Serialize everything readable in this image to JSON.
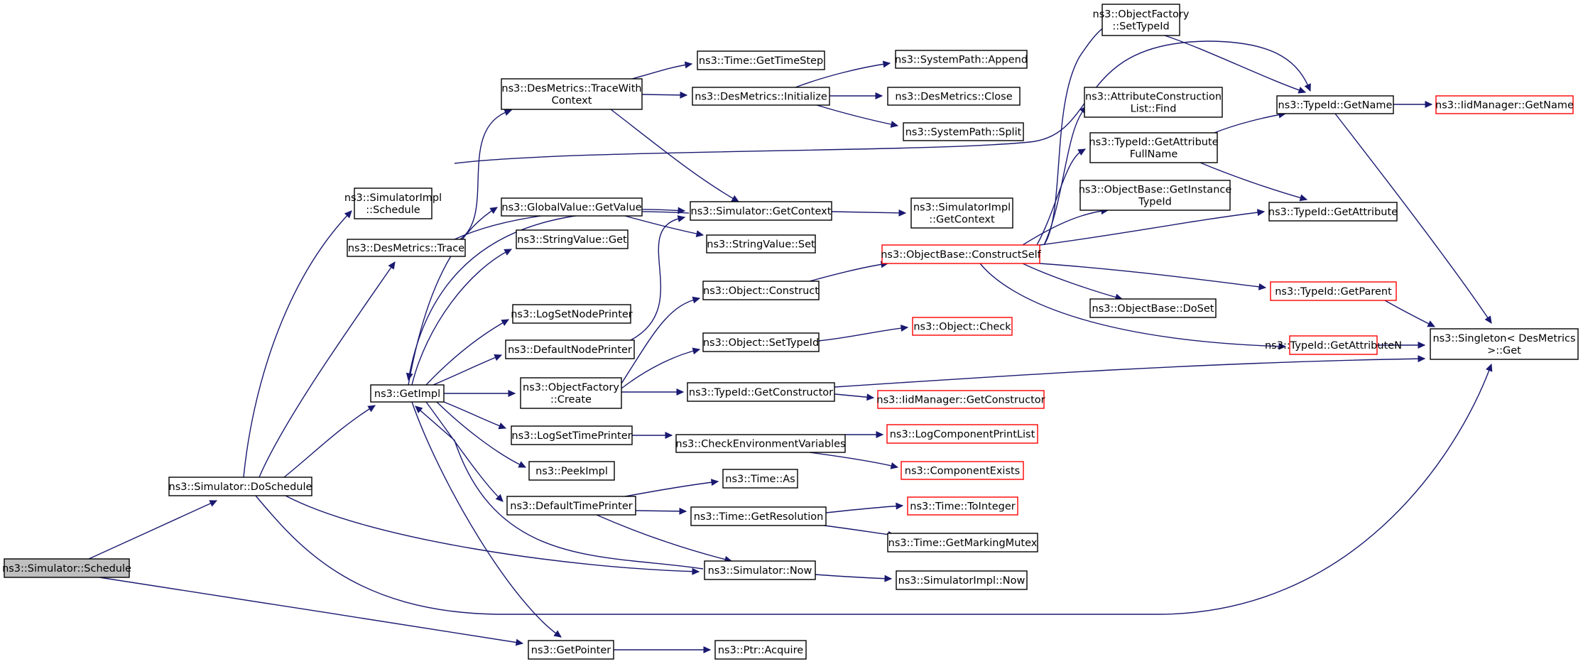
{
  "colors": {
    "edge": "#191970",
    "node_border": "#000000",
    "truncated_border": "#ff0000",
    "root_fill": "#bfbfbf",
    "node_fill": "#ffffff"
  },
  "nodes": [
    {
      "id": "schedule",
      "lines": [
        "ns3::Simulator::Schedule"
      ],
      "style": "root"
    },
    {
      "id": "doschedule",
      "lines": [
        "ns3::Simulator::DoSchedule"
      ],
      "style": "normal"
    },
    {
      "id": "getpointer",
      "lines": [
        "ns3::GetPointer"
      ],
      "style": "normal"
    },
    {
      "id": "simimpl_schedule",
      "lines": [
        "ns3::SimulatorImpl",
        "::Schedule"
      ],
      "style": "normal"
    },
    {
      "id": "desmetrics_trace",
      "lines": [
        "ns3::DesMetrics::Trace"
      ],
      "style": "normal"
    },
    {
      "id": "getimpl",
      "lines": [
        "ns3::GetImpl"
      ],
      "style": "normal"
    },
    {
      "id": "singleton_get",
      "lines": [
        "ns3::Singleton< DesMetrics",
        ">::Get"
      ],
      "style": "normal"
    },
    {
      "id": "simulator_now",
      "lines": [
        "ns3::Simulator::Now"
      ],
      "style": "normal"
    },
    {
      "id": "tracewithcontext",
      "lines": [
        "ns3::DesMetrics::TraceWith",
        "Context"
      ],
      "style": "normal"
    },
    {
      "id": "typeid_getname",
      "lines": [
        "ns3::TypeId::GetName"
      ],
      "style": "normal"
    },
    {
      "id": "simulator_getcontext",
      "lines": [
        "ns3::Simulator::GetContext"
      ],
      "style": "normal"
    },
    {
      "id": "time_gettimestep",
      "lines": [
        "ns3::Time::GetTimeStep"
      ],
      "style": "normal"
    },
    {
      "id": "desmetrics_initialize",
      "lines": [
        "ns3::DesMetrics::Initialize"
      ],
      "style": "normal"
    },
    {
      "id": "systempath_append",
      "lines": [
        "ns3::SystemPath::Append"
      ],
      "style": "normal"
    },
    {
      "id": "desmetrics_close",
      "lines": [
        "ns3::DesMetrics::Close"
      ],
      "style": "normal"
    },
    {
      "id": "systempath_split",
      "lines": [
        "ns3::SystemPath::Split"
      ],
      "style": "normal"
    },
    {
      "id": "iidmanager_getname",
      "lines": [
        "ns3::IidManager::GetName"
      ],
      "style": "truncated"
    },
    {
      "id": "simimpl_getcontext",
      "lines": [
        "ns3::SimulatorImpl",
        "::GetContext"
      ],
      "style": "normal"
    },
    {
      "id": "globalvalue_getvalue",
      "lines": [
        "ns3::GlobalValue::GetValue"
      ],
      "style": "normal"
    },
    {
      "id": "stringvalue_set",
      "lines": [
        "ns3::StringValue::Set"
      ],
      "style": "normal"
    },
    {
      "id": "stringvalue_get",
      "lines": [
        "ns3::StringValue::Get"
      ],
      "style": "normal"
    },
    {
      "id": "logsetnodeprinter",
      "lines": [
        "ns3::LogSetNodePrinter"
      ],
      "style": "normal"
    },
    {
      "id": "defaultnodeprinter",
      "lines": [
        "ns3::DefaultNodePrinter"
      ],
      "style": "normal"
    },
    {
      "id": "objectfactory_create",
      "lines": [
        "ns3::ObjectFactory",
        "::Create"
      ],
      "style": "normal"
    },
    {
      "id": "object_construct",
      "lines": [
        "ns3::Object::Construct"
      ],
      "style": "normal"
    },
    {
      "id": "object_settypeid",
      "lines": [
        "ns3::Object::SetTypeId"
      ],
      "style": "normal"
    },
    {
      "id": "typeid_getconstructor",
      "lines": [
        "ns3::TypeId::GetConstructor"
      ],
      "style": "normal"
    },
    {
      "id": "objectfactory_settypeid",
      "lines": [
        "ns3::ObjectFactory",
        "::SetTypeId"
      ],
      "style": "normal"
    },
    {
      "id": "attrconstruction_find",
      "lines": [
        "ns3::AttributeConstruction",
        "List::Find"
      ],
      "style": "normal"
    },
    {
      "id": "typeid_getattributefullname",
      "lines": [
        "ns3::TypeId::GetAttribute",
        "FullName"
      ],
      "style": "normal"
    },
    {
      "id": "objectbase_getinstancetypeid",
      "lines": [
        "ns3::ObjectBase::GetInstance",
        "TypeId"
      ],
      "style": "normal"
    },
    {
      "id": "objectbase_constructself",
      "lines": [
        "ns3::ObjectBase::ConstructSelf"
      ],
      "style": "truncated"
    },
    {
      "id": "typeid_getattribute",
      "lines": [
        "ns3::TypeId::GetAttribute"
      ],
      "style": "normal"
    },
    {
      "id": "typeid_getparent",
      "lines": [
        "ns3::TypeId::GetParent"
      ],
      "style": "truncated"
    },
    {
      "id": "objectbase_doset",
      "lines": [
        "ns3::ObjectBase::DoSet"
      ],
      "style": "normal"
    },
    {
      "id": "object_check",
      "lines": [
        "ns3::Object::Check"
      ],
      "style": "truncated"
    },
    {
      "id": "typeid_getattributen",
      "lines": [
        "ns3::TypeId::GetAttributeN"
      ],
      "style": "truncated"
    },
    {
      "id": "iidmanager_getconstructor",
      "lines": [
        "ns3::IidManager::GetConstructor"
      ],
      "style": "truncated"
    },
    {
      "id": "logsettimeprinter",
      "lines": [
        "ns3::LogSetTimePrinter"
      ],
      "style": "normal"
    },
    {
      "id": "checkenvvars",
      "lines": [
        "ns3::CheckEnvironmentVariables"
      ],
      "style": "normal"
    },
    {
      "id": "logcomponentprintlist",
      "lines": [
        "ns3::LogComponentPrintList"
      ],
      "style": "truncated"
    },
    {
      "id": "componentexists",
      "lines": [
        "ns3::ComponentExists"
      ],
      "style": "truncated"
    },
    {
      "id": "peekimpl",
      "lines": [
        "ns3::PeekImpl"
      ],
      "style": "normal"
    },
    {
      "id": "defaulttimeprinter",
      "lines": [
        "ns3::DefaultTimePrinter"
      ],
      "style": "normal"
    },
    {
      "id": "time_as",
      "lines": [
        "ns3::Time::As"
      ],
      "style": "normal"
    },
    {
      "id": "time_getresolution",
      "lines": [
        "ns3::Time::GetResolution"
      ],
      "style": "normal"
    },
    {
      "id": "time_tointeger",
      "lines": [
        "ns3::Time::ToInteger"
      ],
      "style": "truncated"
    },
    {
      "id": "time_getmarkingmutex",
      "lines": [
        "ns3::Time::GetMarkingMutex"
      ],
      "style": "normal"
    },
    {
      "id": "simimpl_now",
      "lines": [
        "ns3::SimulatorImpl::Now"
      ],
      "style": "normal"
    },
    {
      "id": "ptr_acquire",
      "lines": [
        "ns3::Ptr::Acquire"
      ],
      "style": "normal"
    }
  ],
  "edges": [
    [
      "schedule",
      "doschedule"
    ],
    [
      "schedule",
      "getpointer"
    ],
    [
      "doschedule",
      "simimpl_schedule"
    ],
    [
      "doschedule",
      "desmetrics_trace"
    ],
    [
      "doschedule",
      "getimpl"
    ],
    [
      "doschedule",
      "simulator_now"
    ],
    [
      "doschedule",
      "singleton_get"
    ],
    [
      "desmetrics_trace",
      "tracewithcontext"
    ],
    [
      "desmetrics_trace",
      "simulator_getcontext"
    ],
    [
      "tracewithcontext",
      "time_gettimestep"
    ],
    [
      "tracewithcontext",
      "desmetrics_initialize"
    ],
    [
      "tracewithcontext",
      "simulator_getcontext"
    ],
    [
      "desmetrics_initialize",
      "systempath_append"
    ],
    [
      "desmetrics_initialize",
      "desmetrics_close"
    ],
    [
      "desmetrics_initialize",
      "systempath_split"
    ],
    [
      "simulator_getcontext",
      "simimpl_getcontext"
    ],
    [
      "simulator_getcontext",
      "getimpl"
    ],
    [
      "getimpl",
      "globalvalue_getvalue"
    ],
    [
      "getimpl",
      "stringvalue_get"
    ],
    [
      "getimpl",
      "logsetnodeprinter"
    ],
    [
      "getimpl",
      "defaultnodeprinter"
    ],
    [
      "getimpl",
      "objectfactory_create"
    ],
    [
      "getimpl",
      "logsettimeprinter"
    ],
    [
      "getimpl",
      "peekimpl"
    ],
    [
      "getimpl",
      "defaulttimeprinter"
    ],
    [
      "getimpl",
      "getpointer"
    ],
    [
      "getimpl",
      "typeid_getname"
    ],
    [
      "globalvalue_getvalue",
      "stringvalue_set"
    ],
    [
      "defaultnodeprinter",
      "simulator_getcontext"
    ],
    [
      "objectfactory_create",
      "object_construct"
    ],
    [
      "objectfactory_create",
      "object_settypeid"
    ],
    [
      "objectfactory_create",
      "typeid_getconstructor"
    ],
    [
      "object_construct",
      "objectbase_constructself"
    ],
    [
      "object_settypeid",
      "object_check"
    ],
    [
      "typeid_getconstructor",
      "iidmanager_getconstructor"
    ],
    [
      "typeid_getconstructor",
      "singleton_get"
    ],
    [
      "objectbase_constructself",
      "objectfactory_settypeid"
    ],
    [
      "objectbase_constructself",
      "attrconstruction_find"
    ],
    [
      "objectbase_constructself",
      "typeid_getattributefullname"
    ],
    [
      "objectbase_constructself",
      "objectbase_getinstancetypeid"
    ],
    [
      "objectbase_constructself",
      "typeid_getattribute"
    ],
    [
      "objectbase_constructself",
      "typeid_getparent"
    ],
    [
      "objectbase_constructself",
      "objectbase_doset"
    ],
    [
      "objectbase_constructself",
      "typeid_getattributen"
    ],
    [
      "objectfactory_settypeid",
      "typeid_getname"
    ],
    [
      "typeid_getattributefullname",
      "typeid_getname"
    ],
    [
      "typeid_getattributefullname",
      "typeid_getattribute"
    ],
    [
      "typeid_getname",
      "iidmanager_getname"
    ],
    [
      "typeid_getname",
      "singleton_get"
    ],
    [
      "typeid_getparent",
      "singleton_get"
    ],
    [
      "typeid_getattributen",
      "singleton_get"
    ],
    [
      "logsettimeprinter",
      "checkenvvars"
    ],
    [
      "checkenvvars",
      "logcomponentprintlist"
    ],
    [
      "checkenvvars",
      "componentexists"
    ],
    [
      "defaulttimeprinter",
      "time_as"
    ],
    [
      "defaulttimeprinter",
      "time_getresolution"
    ],
    [
      "defaulttimeprinter",
      "simulator_now"
    ],
    [
      "time_getresolution",
      "time_tointeger"
    ],
    [
      "time_getresolution",
      "time_getmarkingmutex"
    ],
    [
      "simulator_now",
      "simimpl_now"
    ],
    [
      "simulator_now",
      "getimpl"
    ],
    [
      "getpointer",
      "ptr_acquire"
    ]
  ]
}
